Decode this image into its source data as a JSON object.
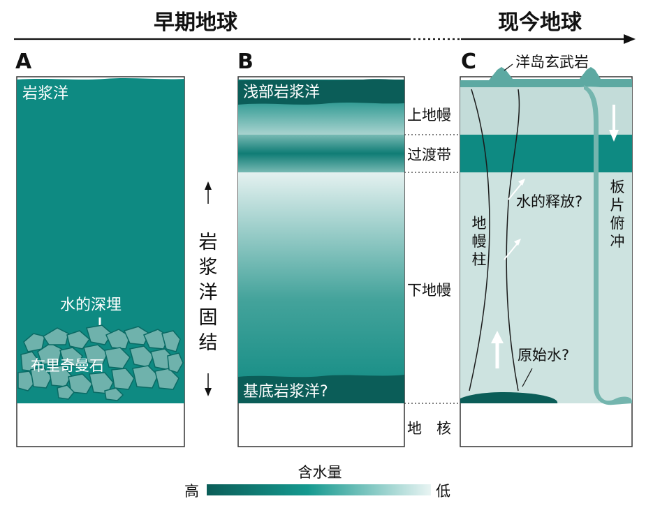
{
  "header": {
    "early_earth": "早期地球",
    "present_earth": "现今地球"
  },
  "panel_a": {
    "letter": "A",
    "magma_ocean": "岩浆洋",
    "water_burial": "水的深埋",
    "bridgmanite": "布里奇曼石"
  },
  "middle_label": {
    "chars": [
      "岩",
      "浆",
      "洋",
      "固",
      "结"
    ]
  },
  "panel_b": {
    "letter": "B",
    "shallow_magma_ocean": "浅部岩浆洋",
    "basal_magma_ocean": "基底岩浆洋?"
  },
  "layers": {
    "upper_mantle": "上地幔",
    "transition_zone": "过渡带",
    "lower_mantle": "下地幔",
    "core": "地　核"
  },
  "panel_c": {
    "letter": "C",
    "ocean_island_basalt": "洋岛玄武岩",
    "water_release": "水的释放?",
    "primordial_water": "原始水?",
    "mantle_plume": [
      "地",
      "幔",
      "柱"
    ],
    "slab_subduction": [
      "板",
      "片",
      "俯",
      "冲"
    ]
  },
  "legend": {
    "title": "含水量",
    "high": "高",
    "low": "低"
  },
  "colors": {
    "teal": "#0e8a82",
    "dark_teal": "#0b5d58",
    "light_teal": "#c9dfdd",
    "slab": "#74b5ae",
    "rock": "#6fb2ac"
  }
}
